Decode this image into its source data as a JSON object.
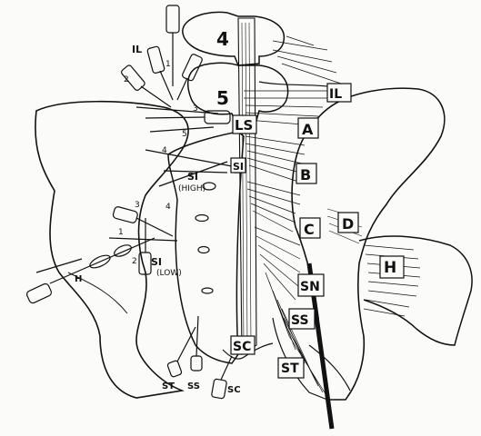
{
  "diagram": {
    "vertebra_labels": [
      "4",
      "5"
    ],
    "ligament_labels": {
      "il": "IL",
      "ls": "LS",
      "si_high": "SI",
      "si_high_note": "(HIGH)",
      "si_low": "SI",
      "si_low_note": "(LOW)",
      "sc": "SC",
      "st": "ST",
      "ss": "SS",
      "sn": "SN",
      "h": "H"
    },
    "region_labels": [
      "A",
      "B",
      "C",
      "D"
    ],
    "needle_labels": {
      "il": "IL",
      "h": "H",
      "st": "ST",
      "ss": "SS",
      "sc": "SC"
    },
    "needle_numbers": [
      "1",
      "2",
      "3",
      "4",
      "5"
    ]
  },
  "colors": {
    "ink": "#111111",
    "paper": "#fbfbfa"
  }
}
